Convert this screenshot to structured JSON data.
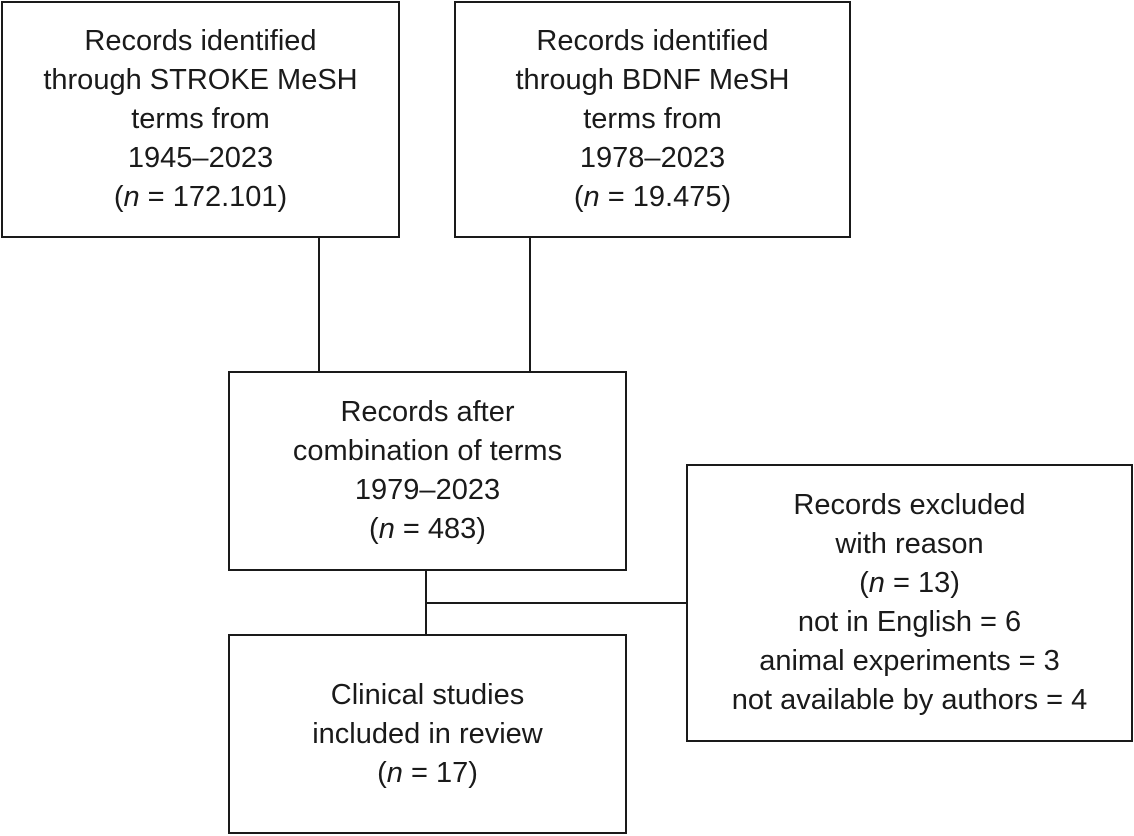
{
  "boxes": {
    "stroke": {
      "lines": [
        "Records identified",
        "through STROKE MeSH",
        "terms from",
        "1945–2023"
      ],
      "n_value": "172.101"
    },
    "bdnf": {
      "lines": [
        "Records identified",
        "through BDNF MeSH",
        "terms from",
        "1978–2023"
      ],
      "n_value": "19.475"
    },
    "combined": {
      "lines": [
        "Records after",
        "combination of terms",
        "1979–2023"
      ],
      "n_value": "483"
    },
    "excluded": {
      "lines": [
        "Records excluded",
        "with reason"
      ],
      "n_value": "13",
      "reasons": [
        "not in English = 6",
        "animal experiments = 3",
        "not available by authors = 4"
      ]
    },
    "included": {
      "lines": [
        "Clinical",
        "studies",
        "included in review"
      ],
      "n_value": "17"
    }
  },
  "n_label": "n",
  "n_eq": " = "
}
